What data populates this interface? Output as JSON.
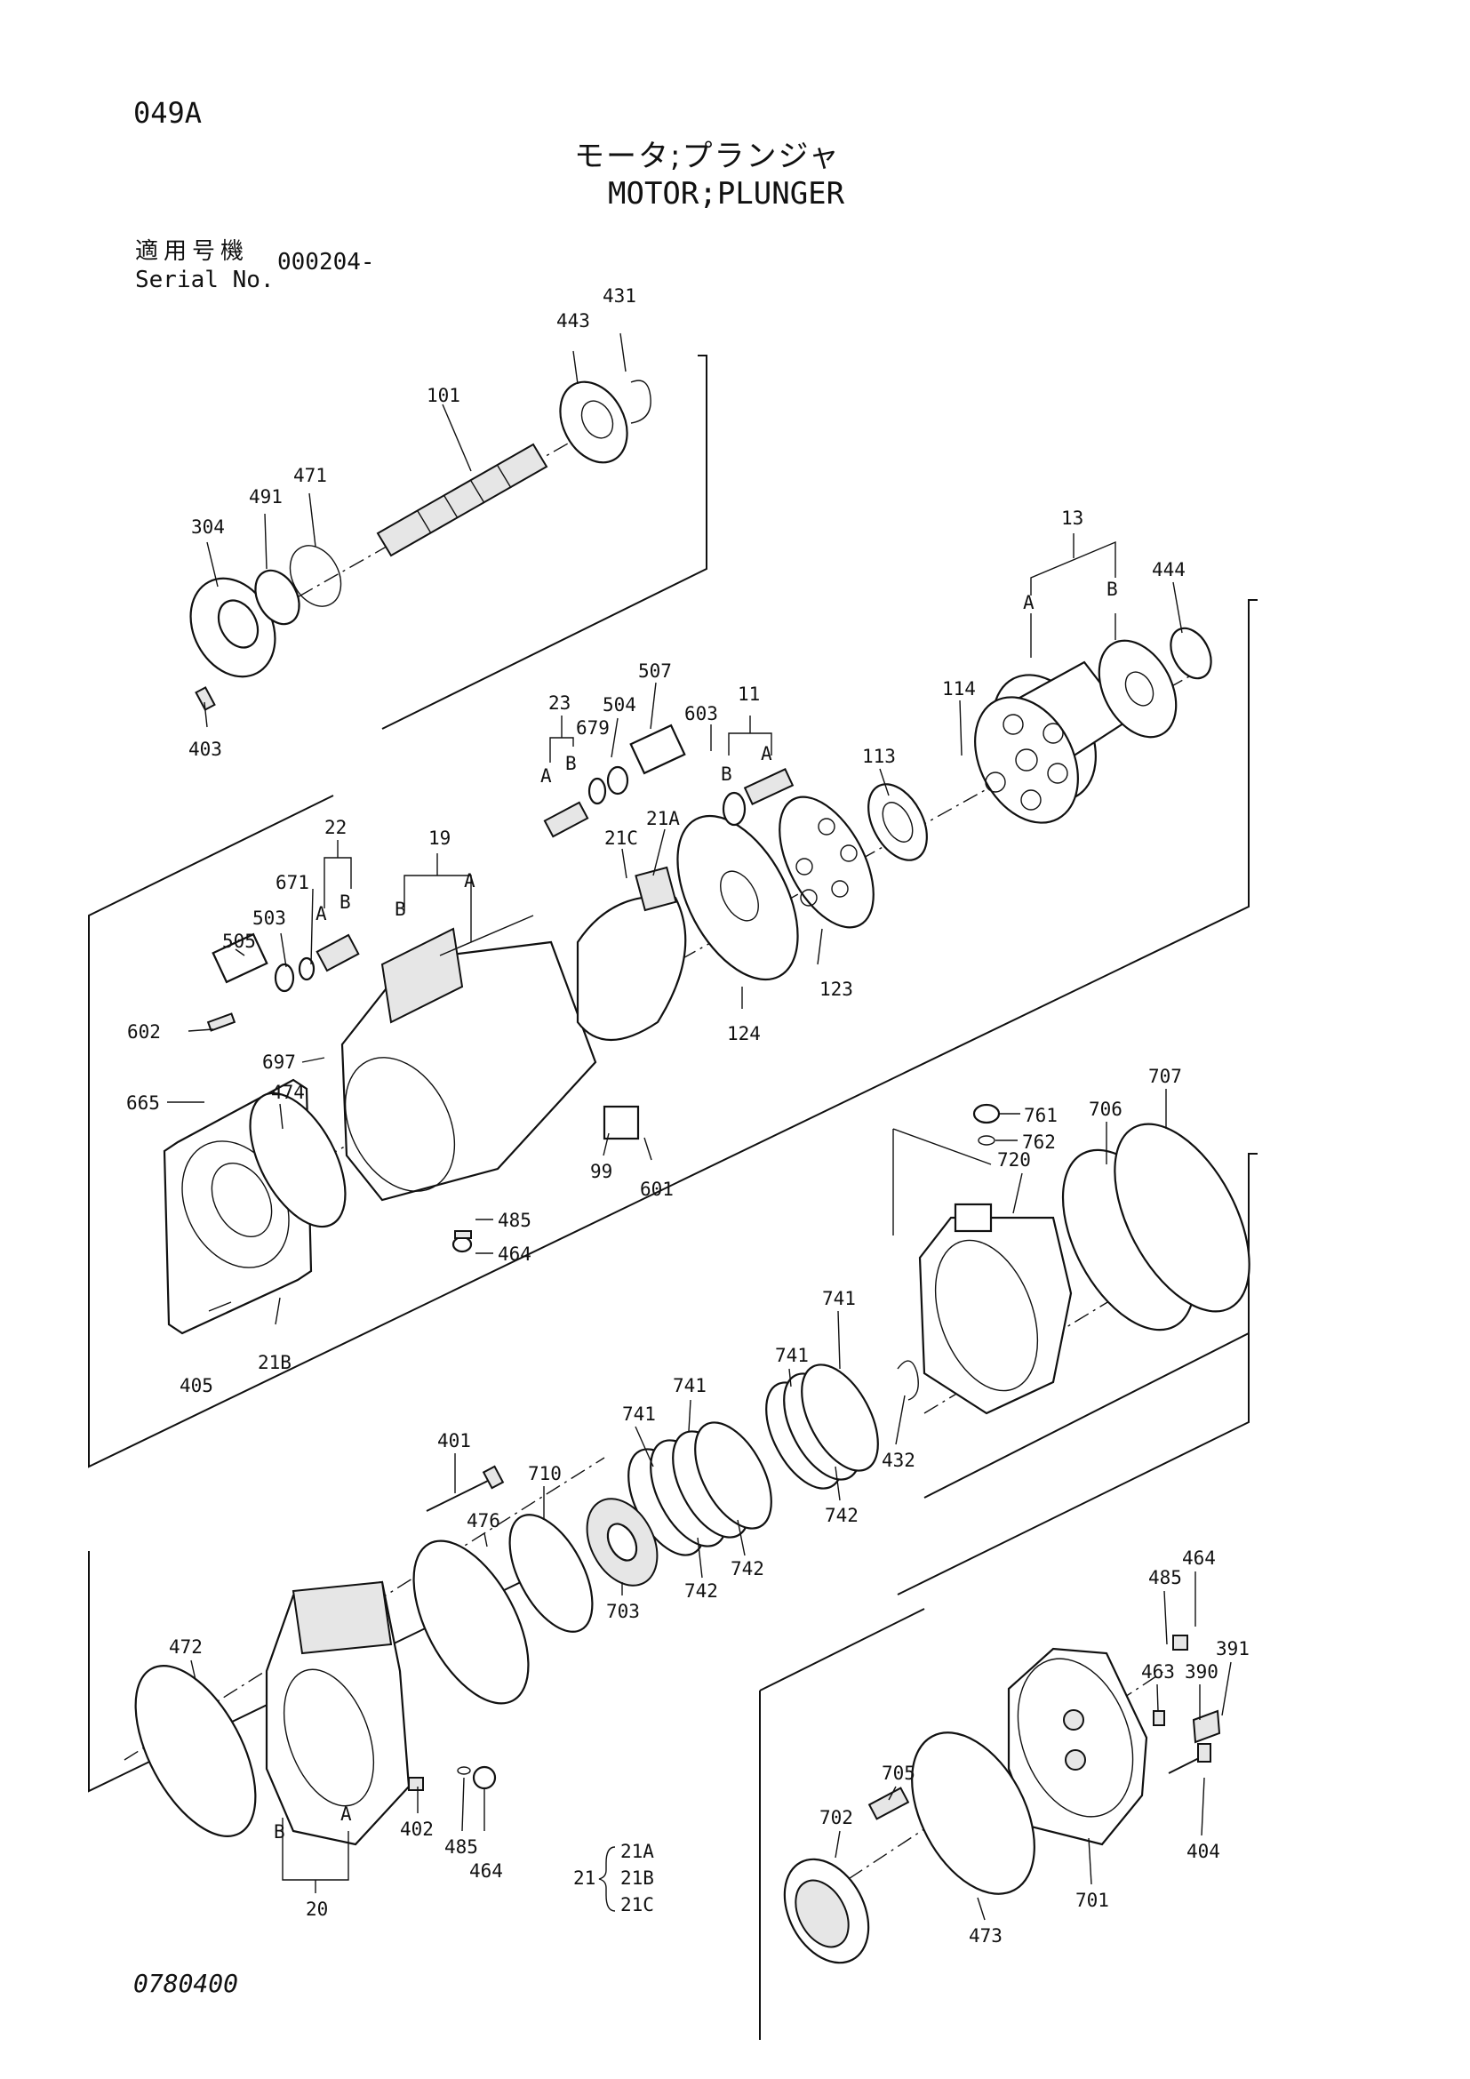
{
  "header": {
    "page_code": "049A",
    "title_jp": "モータ;プランジャ",
    "title_en": "MOTOR;PLUNGER",
    "serial_label_jp": "適用号機",
    "serial_label_en": "Serial No.",
    "serial_value": "000204-"
  },
  "footer": {
    "drawing_code": "0780400"
  },
  "labels": {
    "p431": "431",
    "p443": "443",
    "p101": "101",
    "p471": "471",
    "p491": "491",
    "p304": "304",
    "p403": "403",
    "p13": "13",
    "p13A": "A",
    "p13B": "B",
    "p444": "444",
    "p114": "114",
    "p113": "113",
    "p23": "23",
    "p23A": "A",
    "p23B": "B",
    "p504": "504",
    "p507": "507",
    "p603": "603",
    "p679": "679",
    "p11": "11",
    "p11A": "A",
    "p11B": "B",
    "p21A": "21A",
    "p21C": "21C",
    "p22": "22",
    "p22A": "A",
    "p22B": "B",
    "p671": "671",
    "p503": "503",
    "p505": "505",
    "p19": "19",
    "p19A": "A",
    "p19B": "B",
    "p602": "602",
    "p697": "697",
    "p665": "665",
    "p474": "474",
    "p123": "123",
    "p124": "124",
    "p99": "99",
    "p601": "601",
    "p485a": "485",
    "p464a": "464",
    "p405": "405",
    "p21B": "21B",
    "p761": "761",
    "p762": "762",
    "p706": "706",
    "p707": "707",
    "p720": "720",
    "p741a": "741",
    "p741b": "741",
    "p741c": "741",
    "p741d": "741",
    "p432": "432",
    "p742a": "742",
    "p742b": "742",
    "p742c": "742",
    "p401": "401",
    "p710": "710",
    "p476": "476",
    "p703": "703",
    "p472": "472",
    "p402": "402",
    "p485b": "485",
    "p464b": "464",
    "p20": "20",
    "p20A": "A",
    "p20B": "B",
    "p464c": "464",
    "p485c": "485",
    "p391": "391",
    "p390": "390",
    "p463": "463",
    "p705": "705",
    "p702": "702",
    "p473": "473",
    "p701": "701",
    "p404": "404",
    "p21": "21",
    "p21s1": "21A",
    "p21s2": "21B",
    "p21s3": "21C"
  }
}
